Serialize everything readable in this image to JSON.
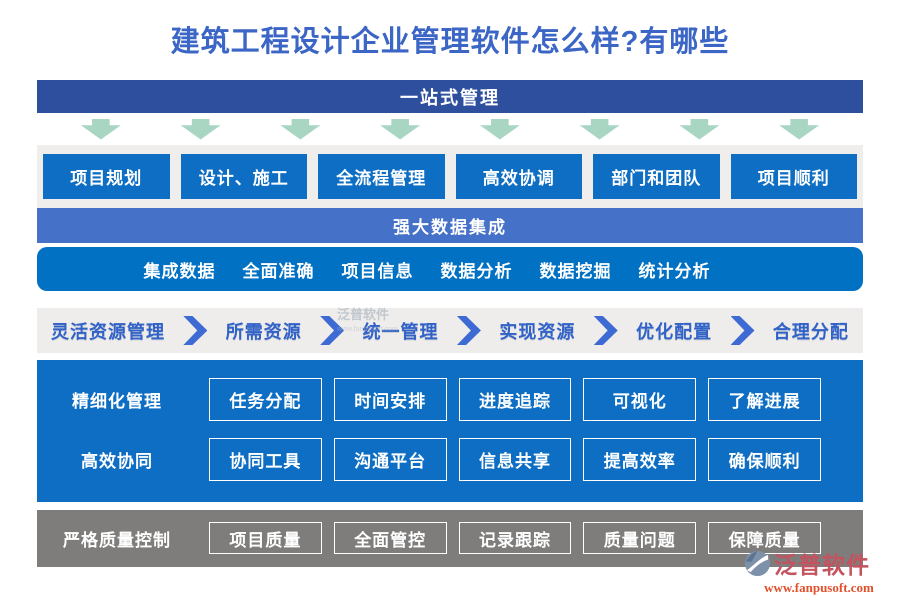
{
  "title": "建筑工程设计企业管理软件怎么样?有哪些",
  "sections": {
    "one_stop": {
      "label": "一站式管理"
    },
    "data_integration": {
      "label": "强大数据集成"
    }
  },
  "feature_buttons": [
    "项目规划",
    "设计、施工",
    "全流程管理",
    "高效协调",
    "部门和团队",
    "项目顺利"
  ],
  "data_links": [
    "集成数据",
    "全面准确",
    "项目信息",
    "数据分析",
    "数据挖掘",
    "统计分析"
  ],
  "resource_flow": [
    "灵活资源管理",
    "所需资源",
    "统一管理",
    "实现资源",
    "优化配置",
    "合理分配"
  ],
  "management_panel": {
    "rows": [
      {
        "label": "精细化管理",
        "items": [
          "任务分配",
          "时间安排",
          "进度追踪",
          "可视化",
          "了解进展"
        ]
      },
      {
        "label": "高效协同",
        "items": [
          "协同工具",
          "沟通平台",
          "信息共享",
          "提高效率",
          "确保顺利"
        ]
      }
    ]
  },
  "quality_panel": {
    "rows": [
      {
        "label": "严格质量控制",
        "items": [
          "项目质量",
          "全面管控",
          "记录跟踪",
          "质量问题",
          "保障质量"
        ]
      }
    ]
  },
  "watermark": {
    "name": "泛普软件",
    "url": "www.fanpusoft.com"
  },
  "logo": {
    "name": "泛普软件",
    "url": "www.fanpusoft.com"
  },
  "colors": {
    "title_blue": "#3b66c5",
    "banner_top_bg": "#2d4f9e",
    "button_blue": "#0d6ec3",
    "banner_data_bg": "#4671c8",
    "links_bar_bg": "#0071c3",
    "flow_blue": "#3162c8",
    "row_bg_gray": "#f0eeec",
    "panel_gray": "#7e7d7b",
    "arrow_green": "#a8d6c3",
    "logo_red": "#c4525f",
    "url_orange": "#e2512c"
  }
}
